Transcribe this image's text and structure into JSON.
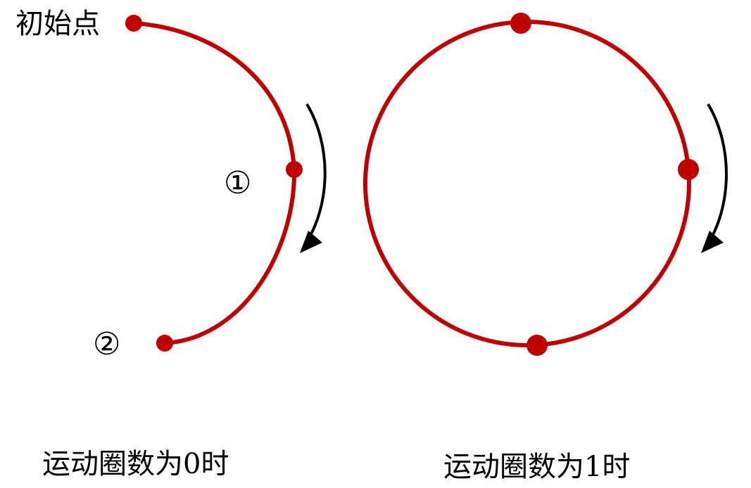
{
  "colors": {
    "path": "#c00000",
    "arrow": "#000000",
    "text": "#000000"
  },
  "left_diagram": {
    "start_label": "初始点",
    "point_1_label": "①",
    "point_2_label": "②",
    "caption": "运动圈数为0时"
  },
  "right_diagram": {
    "caption": "运动圈数为1时"
  }
}
